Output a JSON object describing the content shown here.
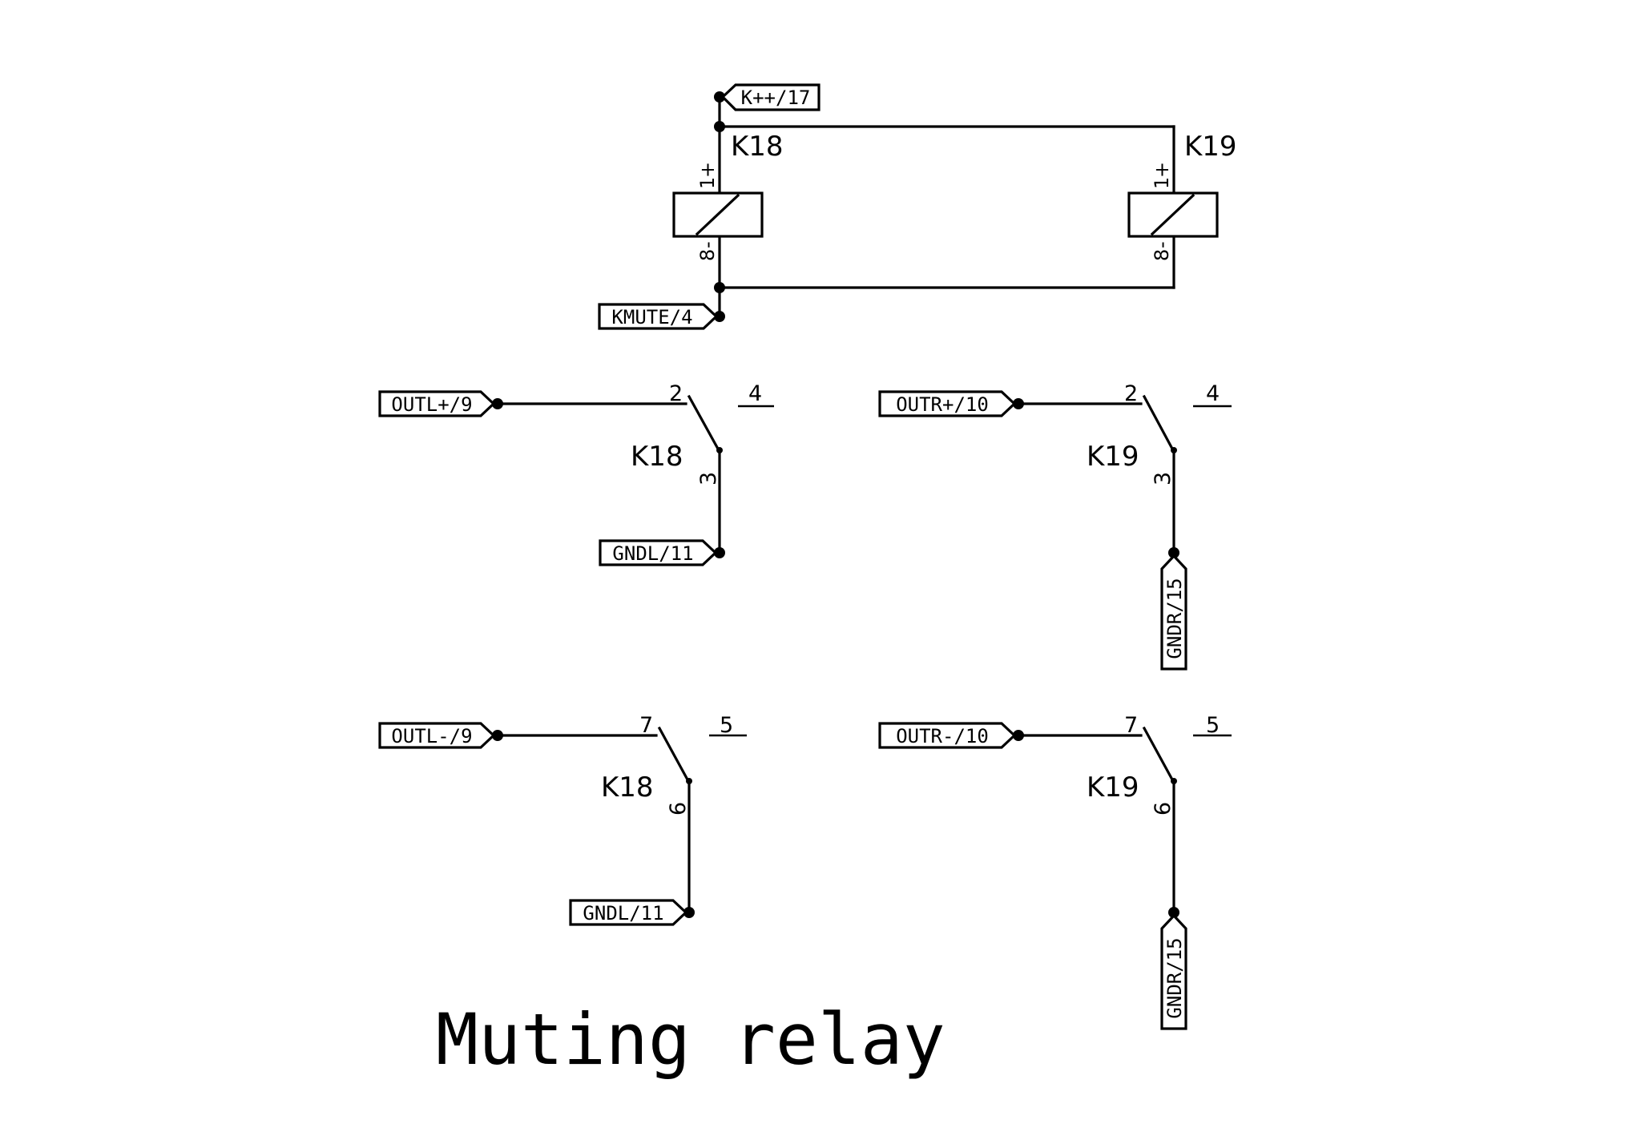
{
  "title": "Muting relay",
  "relays": {
    "k18": "K18",
    "k19": "K19"
  },
  "net_labels": {
    "kpp": "K++/17",
    "kmute": "KMUTE/4",
    "outl_plus": "OUTL+/9",
    "outr_plus": "OUTR+/10",
    "outl_minus": "OUTL-/9",
    "outr_minus": "OUTR-/10",
    "gndl_a": "GNDL/11",
    "gndl_b": "GNDL/11",
    "gndr_a": "GNDR/15",
    "gndr_b": "GNDR/15"
  },
  "coil_pins": {
    "plus": "+",
    "plus_num": "1",
    "minus": "-",
    "minus_num": "8"
  },
  "contact_pins": {
    "nc_1": "2",
    "no_1": "4",
    "com_1": "3",
    "nc_2": "7",
    "no_2": "5",
    "com_2": "6"
  }
}
